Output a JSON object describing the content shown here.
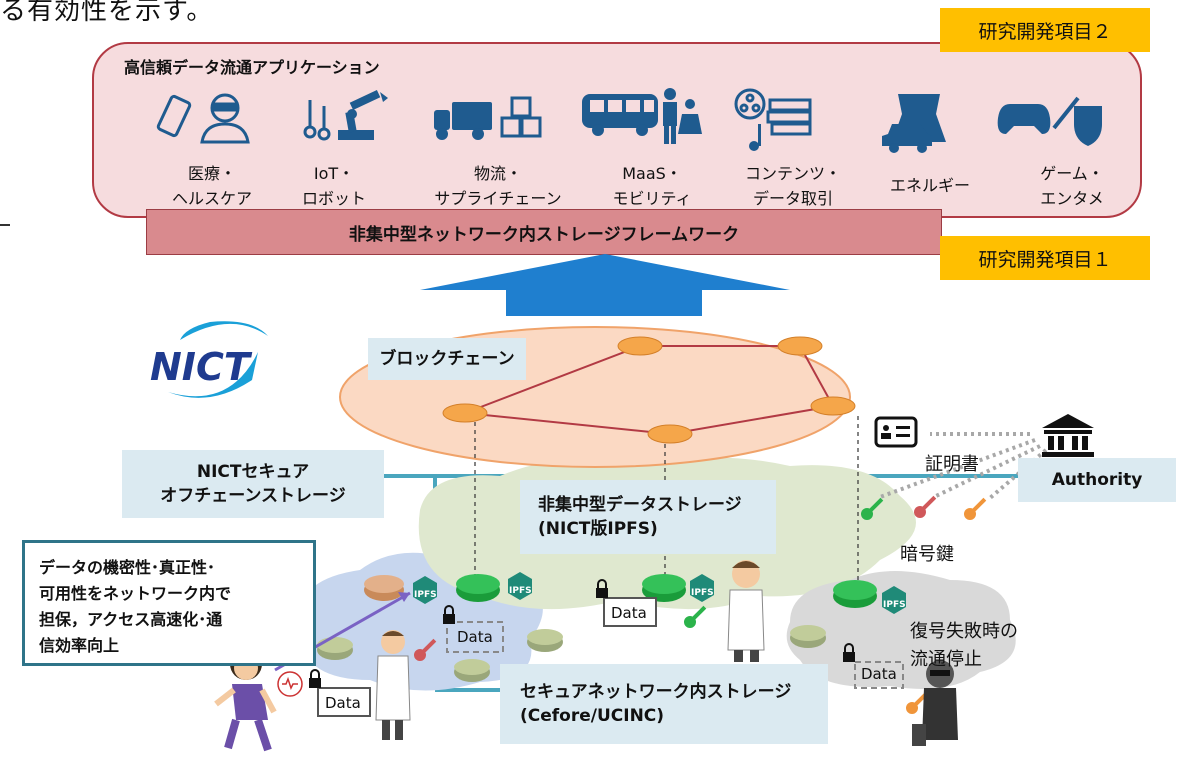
{
  "top_text_fragment": "る有効性を示す。",
  "applications": {
    "title": "高信頼データ流通アプリケーション",
    "items": [
      {
        "line1": "医療・",
        "line2": "ヘルスケア"
      },
      {
        "line1": "IoT・",
        "line2": "ロボット"
      },
      {
        "line1": "物流・",
        "line2": "サプライチェーン"
      },
      {
        "line1": "MaaS・",
        "line2": "モビリティ"
      },
      {
        "line1": "コンテンツ・",
        "line2": "データ取引"
      },
      {
        "line1": "エネルギー",
        "line2": ""
      },
      {
        "line1": "ゲーム・",
        "line2": "エンタメ"
      }
    ]
  },
  "framework_label": "非集中型ネットワーク内ストレージフレームワーク",
  "rd_item_2": "研究開発項目２",
  "rd_item_1": "研究開発項目１",
  "logo_text": "NICT",
  "blockchain_label": "ブロックチェーン",
  "nict_storage_label": {
    "line1": "NICTセキュア",
    "line2": "オフチェーンストレージ"
  },
  "decentralized_storage_label": {
    "line1": "非集中型データストレージ",
    "line2": "(NICT版IPFS)"
  },
  "network_storage_label": {
    "line1": "セキュアネットワーク内ストレージ",
    "line2": "(Cefore/UCINC)"
  },
  "features_box": {
    "line1": "データの機密性･真正性･",
    "line2": "可用性をネットワーク内で",
    "line3": "担保，アクセス高速化･通",
    "line4": "信効率向上"
  },
  "authority_label": "Authority",
  "certificate_label": "証明書",
  "crypto_key_label": "暗号鍵",
  "failure_label": {
    "line1": "復号失敗時の",
    "line2": "流通停止"
  },
  "ipfs_tag": "IPFS",
  "data_tag": "Data",
  "colors": {
    "app_panel": "#f6dcde",
    "app_border": "#b23a44",
    "framework_bar": "#d98a8e",
    "tag": "#ffbf00",
    "label_box": "#dbeaf1",
    "teal": "#4aa6be",
    "arrow": "#1f7fcf",
    "blockchain_fill": "#fbd9c3",
    "node": "#f5a64a"
  }
}
